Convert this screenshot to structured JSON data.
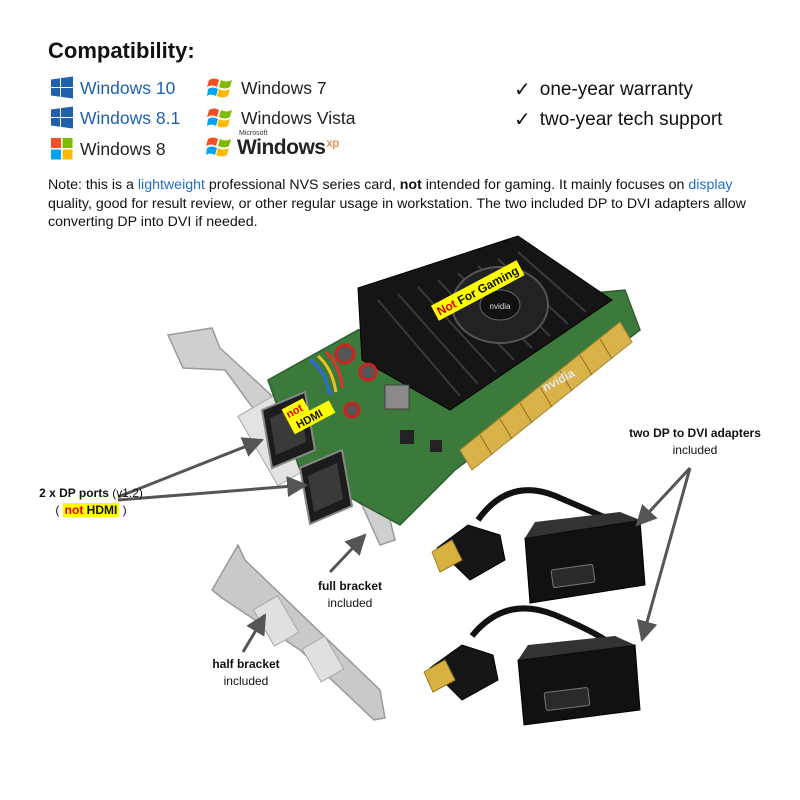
{
  "title": "Compatibility:",
  "os": {
    "win10": "Windows 10",
    "win81": "Windows 8.1",
    "win8": "Windows 8",
    "win7": "Windows 7",
    "winvista": "Windows Vista",
    "winxp_ms": "Microsoft",
    "winxp": "Windows",
    "winxp_sup": "xp"
  },
  "features": [
    "one-year warranty",
    "two-year tech support"
  ],
  "note": {
    "p1": "Note: this is a ",
    "h1": "lightweight",
    "p2": " professional NVS series card, ",
    "b1": "not",
    "p3": " intended for gaming. It mainly focuses on ",
    "h2": "display",
    "p4": " quality, good for result review, or other regular usage in workstation. The two included DP to DVI adapters allow converting DP into DVI if needed."
  },
  "card": {
    "brand": "nvidia",
    "not_for_a": "Not",
    "not_for_b": " For Gaming",
    "not_hdmi_a": "not",
    "not_hdmi_b": "HDMI"
  },
  "labels": {
    "dp_ports": "2 x DP ports",
    "dp_version": "(v1.2)",
    "paren_open": "(",
    "not": "not",
    "hdmi": "HDMI",
    "paren_close": ")",
    "adapters_title": "two DP to DVI adapters",
    "adapters_sub": "included",
    "full_title": "full bracket",
    "full_sub": "included",
    "half_title": "half bracket",
    "half_sub": "included"
  },
  "colors": {
    "win_blue": "#1f5fb0",
    "highlight_yellow": "#ffff00",
    "warning_red": "#e00000",
    "pcb_green": "#3c7a3c",
    "heatsink": "#151515",
    "bracket": "#c9c9c9"
  }
}
